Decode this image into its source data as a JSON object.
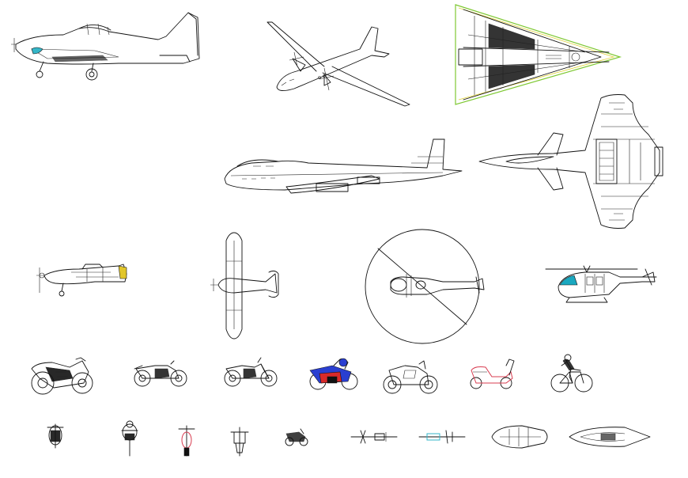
{
  "drawing": {
    "background": "#ffffff",
    "stroke_color": "#111111",
    "accent_colors": {
      "stealth_outline_green": "#7ec832",
      "stealth_wing_yellow": "#e0d23a",
      "sport_bike_blue": "#2a3fd1",
      "sport_bike_red": "#d82a2a",
      "scooter_red": "#d83c50",
      "canopy_cyan": "#35b6c8",
      "cockpit_cyan": "#1aa8c0",
      "tail_yellow": "#e2c62a"
    }
  },
  "blocks": [
    {
      "name": "prop-fighter-side",
      "icon": "propeller-fighter-side-icon"
    },
    {
      "name": "turboprop-airliner-perspective",
      "icon": "turboprop-airliner-icon"
    },
    {
      "name": "stealth-bomber-top",
      "icon": "stealth-bomber-top-icon"
    },
    {
      "name": "jumbo-jet-side",
      "icon": "jumbo-jet-side-icon"
    },
    {
      "name": "delta-jet-top",
      "icon": "delta-jet-top-icon"
    },
    {
      "name": "spitfire-side",
      "icon": "spitfire-side-icon"
    },
    {
      "name": "light-plane-top",
      "icon": "light-plane-top-icon"
    },
    {
      "name": "helicopter-top-rotor-disc",
      "icon": "helicopter-top-icon"
    },
    {
      "name": "helicopter-side",
      "icon": "helicopter-side-icon"
    },
    {
      "name": "touring-motorcycle-side",
      "icon": "touring-motorcycle-icon"
    },
    {
      "name": "cruiser-motorcycle-side",
      "icon": "cruiser-motorcycle-icon"
    },
    {
      "name": "chopper-motorcycle-side",
      "icon": "chopper-motorcycle-icon"
    },
    {
      "name": "racing-motorcycle-side",
      "icon": "racing-motorcycle-icon"
    },
    {
      "name": "dirt-bike-side",
      "icon": "dirt-bike-icon"
    },
    {
      "name": "scooter-side",
      "icon": "scooter-icon"
    },
    {
      "name": "bicycle-rider-side",
      "icon": "bicycle-rider-icon"
    },
    {
      "name": "motorcycle-front",
      "icon": "motorcycle-front-icon"
    },
    {
      "name": "motorcycle-rider-front",
      "icon": "motorcycle-rider-front-icon"
    },
    {
      "name": "scooter-front",
      "icon": "scooter-front-icon"
    },
    {
      "name": "moped-top",
      "icon": "moped-top-icon"
    },
    {
      "name": "minibike-side",
      "icon": "minibike-icon"
    },
    {
      "name": "motorcycle-top-1",
      "icon": "motorcycle-top-icon"
    },
    {
      "name": "motorcycle-top-2",
      "icon": "motorcycle-top-icon"
    },
    {
      "name": "rowboat-top",
      "icon": "rowboat-top-icon"
    },
    {
      "name": "speedboat-top",
      "icon": "speedboat-top-icon"
    }
  ]
}
